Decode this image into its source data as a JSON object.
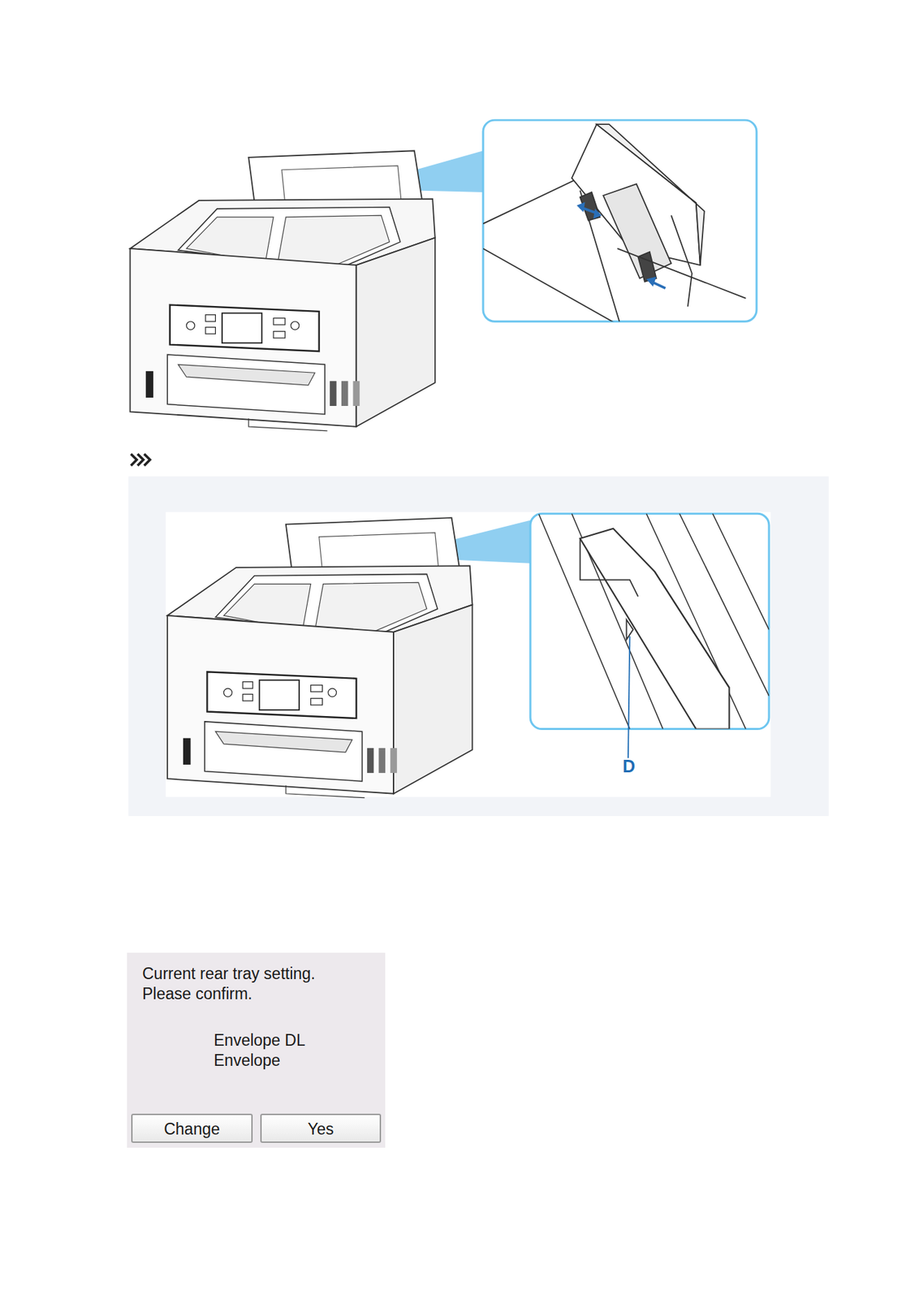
{
  "diagram": {
    "nodes": [
      {
        "text": [
          "Current rear tray setting. Please confirm.",
          "Envelope DL",
          "Envelope"
        ]
      },
      {
        "text": [
          "Change"
        ],
        "in": 0
      },
      {
        "text": [
          "Yes"
        ],
        "in": 0
      }
    ],
    "labels": [
      "D"
    ]
  }
}
